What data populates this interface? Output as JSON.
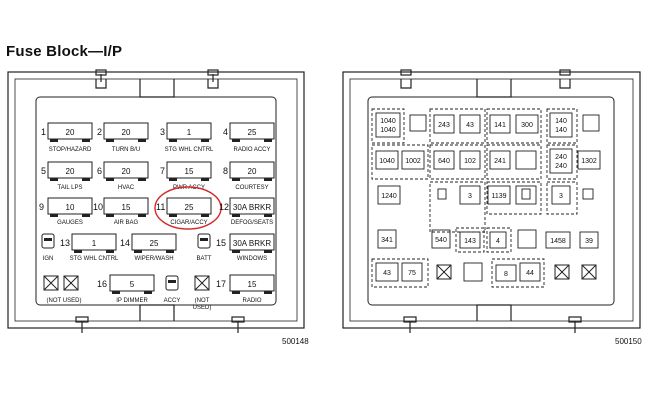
{
  "title": "Fuse Block—I/P",
  "figure_ids": {
    "left": "500148",
    "right": "500150"
  },
  "colors": {
    "line": "#222222",
    "highlight": "#d42a2a"
  },
  "left_panel": {
    "row1": [
      {
        "num": "1",
        "value": "20",
        "label": "STOP/HAZARD"
      },
      {
        "num": "2",
        "value": "20",
        "label": "TURN B/U"
      },
      {
        "num": "3",
        "value": "1",
        "label": "STG WHL CNTRL"
      },
      {
        "num": "4",
        "value": "25",
        "label": "RADIO ACCY"
      }
    ],
    "row2": [
      {
        "num": "5",
        "value": "20",
        "label": "TAIL LPS"
      },
      {
        "num": "6",
        "value": "20",
        "label": "HVAC"
      },
      {
        "num": "7",
        "value": "15",
        "label": "PWR ACCY"
      },
      {
        "num": "8",
        "value": "20",
        "label": "COURTESY"
      }
    ],
    "row3": [
      {
        "num": "9",
        "value": "10",
        "label": "GAUGES"
      },
      {
        "num": "10",
        "value": "15",
        "label": "AIR BAG"
      },
      {
        "num": "11",
        "value": "25",
        "label": "CIGAR/ACCY",
        "highlighted": true
      },
      {
        "num": "12",
        "value": "30A BRKR",
        "label": "DEFOG/SEATS"
      }
    ],
    "row4": {
      "ign": "IGN",
      "f13": {
        "num": "13",
        "value": "1",
        "label": "STG WHL CNTRL"
      },
      "f14": {
        "num": "14",
        "value": "25",
        "label": "WIPER/WASH"
      },
      "batt": "BATT",
      "f15": {
        "num": "15",
        "value": "30A BRKR",
        "label": "WINDOWS"
      }
    },
    "row5": {
      "not_used": "(NOT USED)",
      "f16": {
        "num": "16",
        "value": "5",
        "label": "IP DIMMER"
      },
      "accy": "ACCY",
      "not_used2_a": "(NOT",
      "not_used2_b": "USED)",
      "f17": {
        "num": "17",
        "value": "15",
        "label": "RADIO"
      }
    }
  },
  "right_panel": {
    "r1": {
      "a1": "1040",
      "a2": "1040",
      "b": "243",
      "c": "43",
      "d": "141",
      "e": "300",
      "f1": "140",
      "f2": "140"
    },
    "r2": {
      "a": "1040",
      "b": "1002",
      "c": "640",
      "d": "102",
      "e": "241",
      "f1": "240",
      "f2": "240",
      "g": "1302"
    },
    "r3": {
      "a": "1240",
      "b": "3",
      "c": "1139",
      "d": "3"
    },
    "r4": {
      "a": "341",
      "b": "540",
      "c": "143",
      "d": "4",
      "e": "1458",
      "f": "39"
    },
    "r5": {
      "a": "43",
      "b": "75",
      "c": "8",
      "d": "44"
    }
  }
}
